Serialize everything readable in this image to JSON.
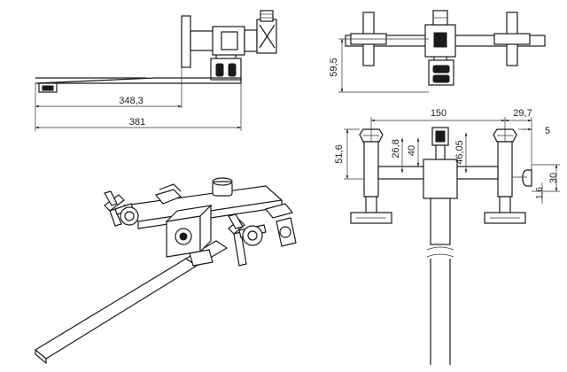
{
  "dimensions": {
    "spout_length": "348,3",
    "total_length": "381",
    "top_height": "59,5",
    "center_distance": "150",
    "right_offset": "29,7",
    "shower_offset": "5",
    "left_height": "51,6",
    "d_26_8": "26,8",
    "d_40": "40",
    "d_46_05": "46,05",
    "d_30": "30",
    "d_1_6": "1,6"
  }
}
